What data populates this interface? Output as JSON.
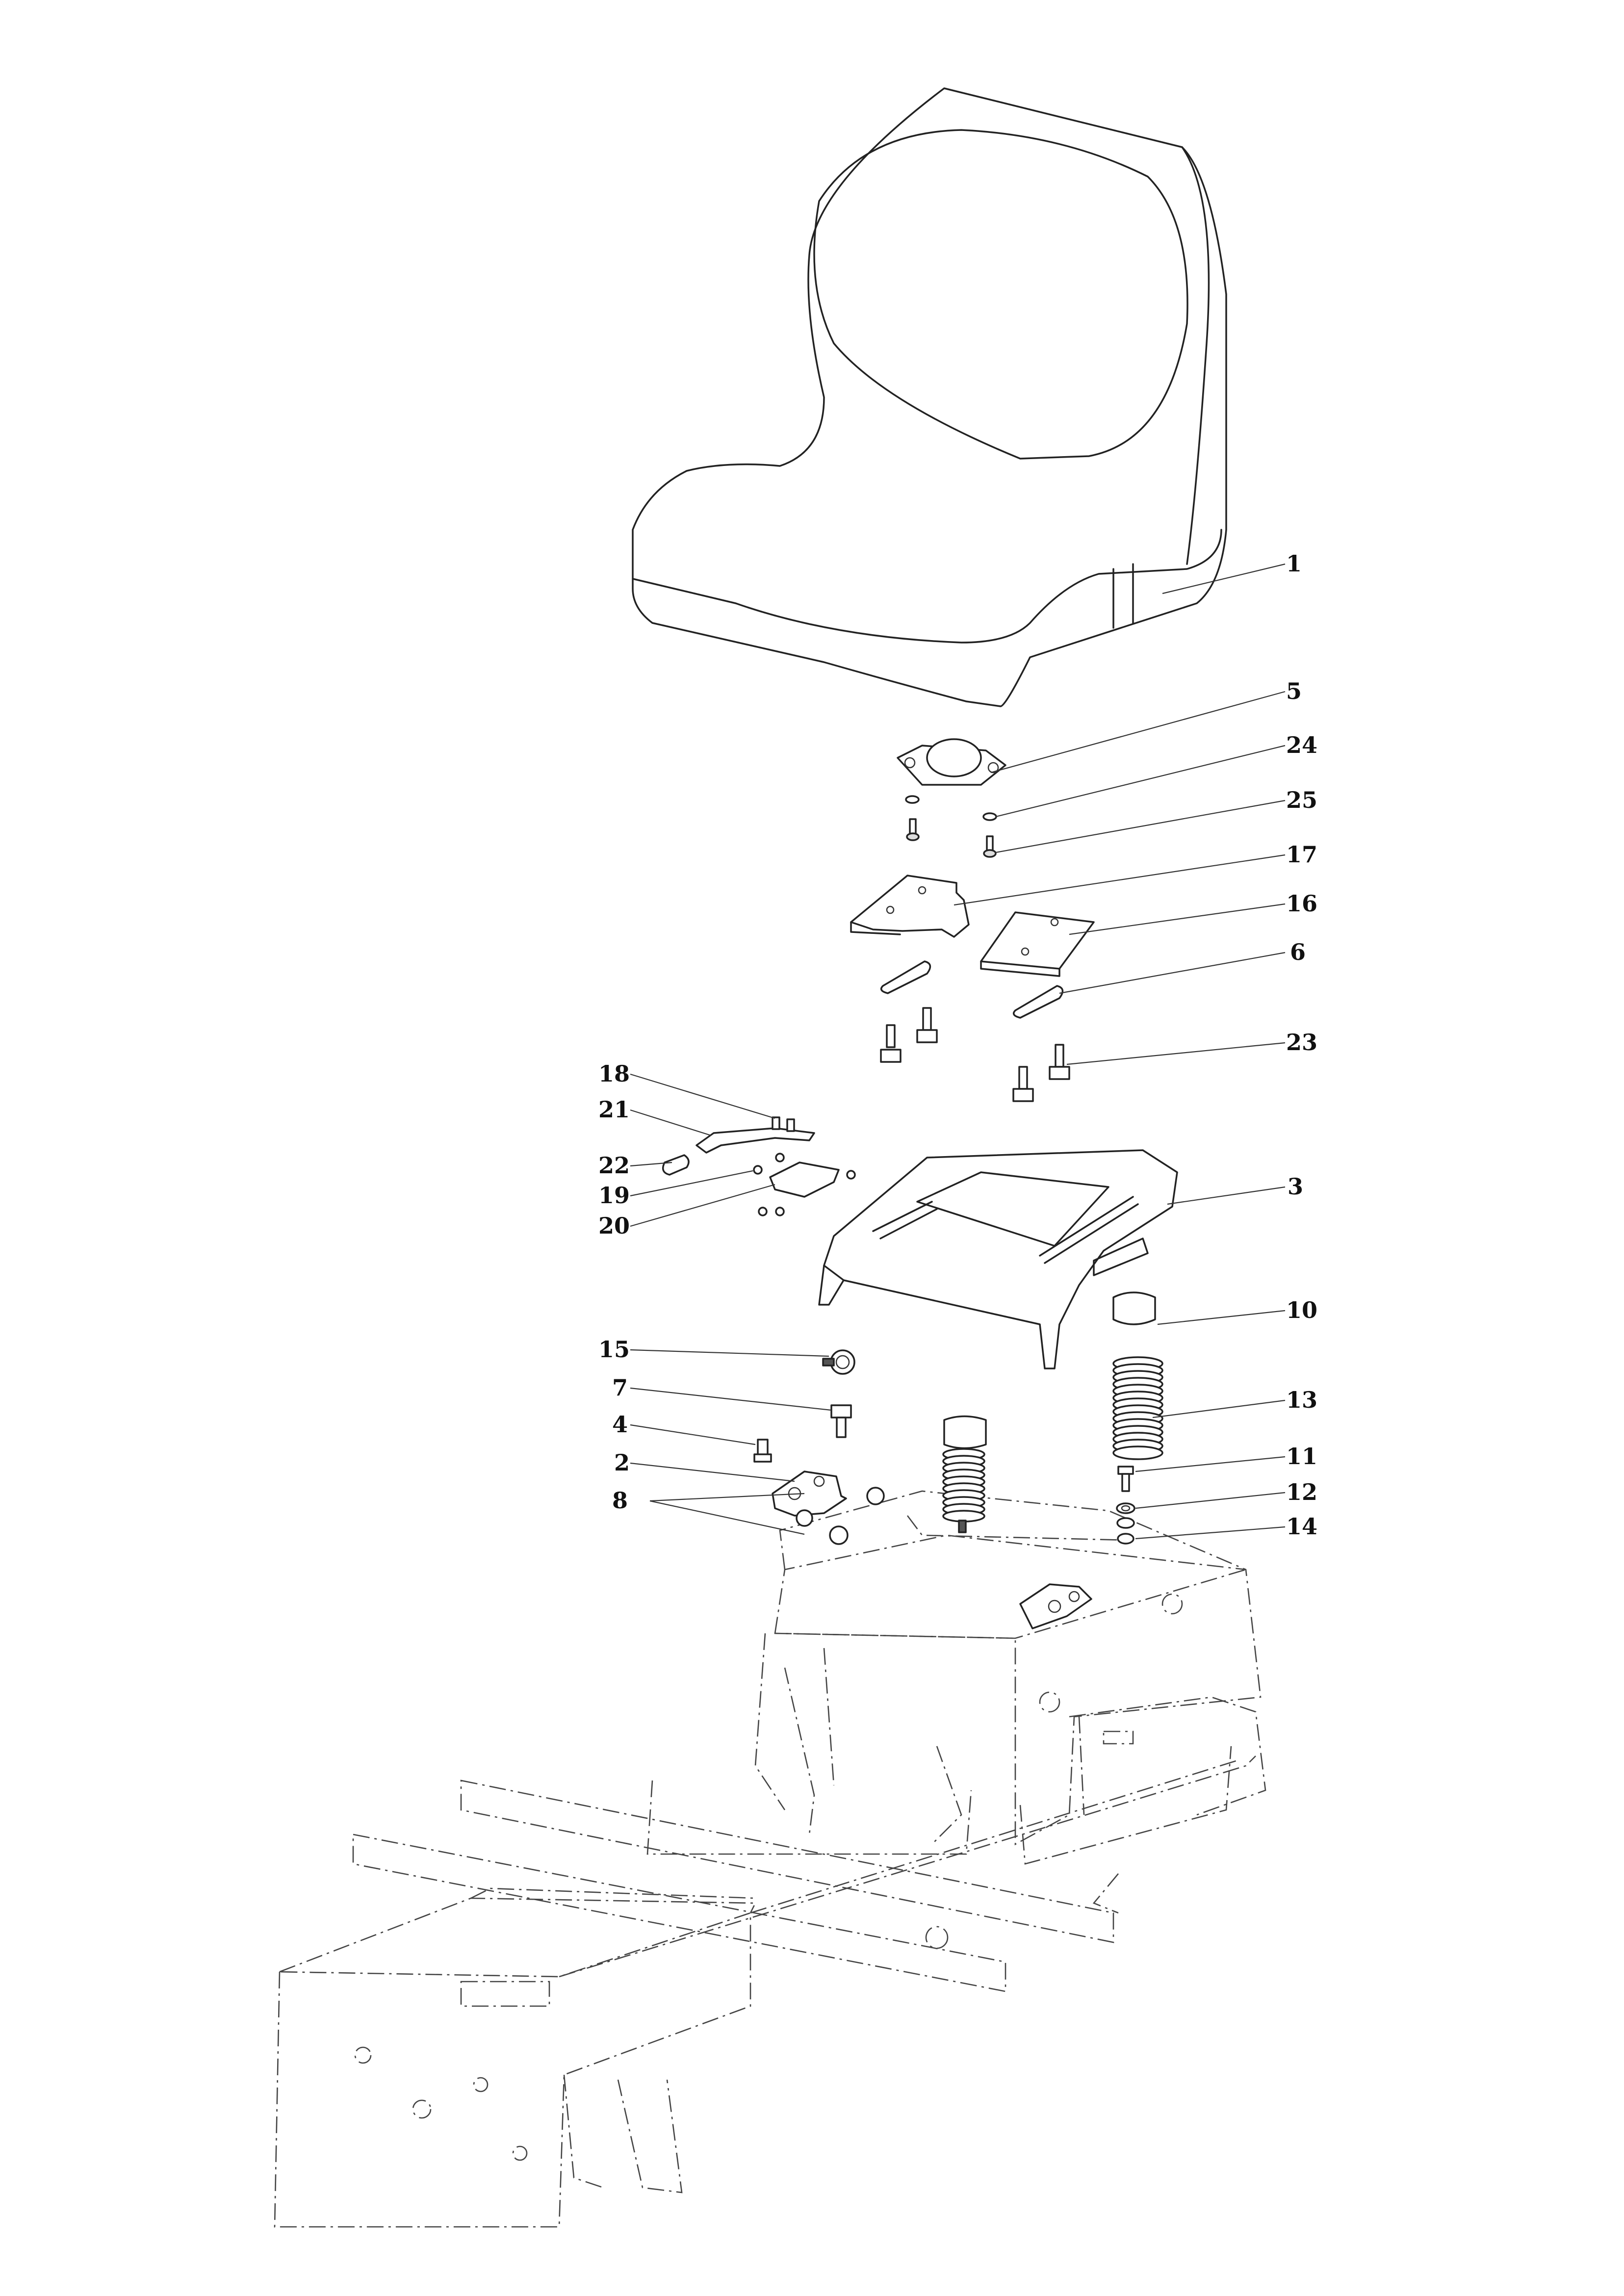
{
  "diagram": {
    "callouts": [
      {
        "id": "1"
      },
      {
        "id": "5"
      },
      {
        "id": "24"
      },
      {
        "id": "25"
      },
      {
        "id": "17"
      },
      {
        "id": "16"
      },
      {
        "id": "6"
      },
      {
        "id": "23"
      },
      {
        "id": "18"
      },
      {
        "id": "21"
      },
      {
        "id": "22"
      },
      {
        "id": "19"
      },
      {
        "id": "20"
      },
      {
        "id": "3"
      },
      {
        "id": "10"
      },
      {
        "id": "15"
      },
      {
        "id": "7"
      },
      {
        "id": "4"
      },
      {
        "id": "13"
      },
      {
        "id": "2"
      },
      {
        "id": "11"
      },
      {
        "id": "8"
      },
      {
        "id": "12"
      },
      {
        "id": "14"
      }
    ]
  }
}
